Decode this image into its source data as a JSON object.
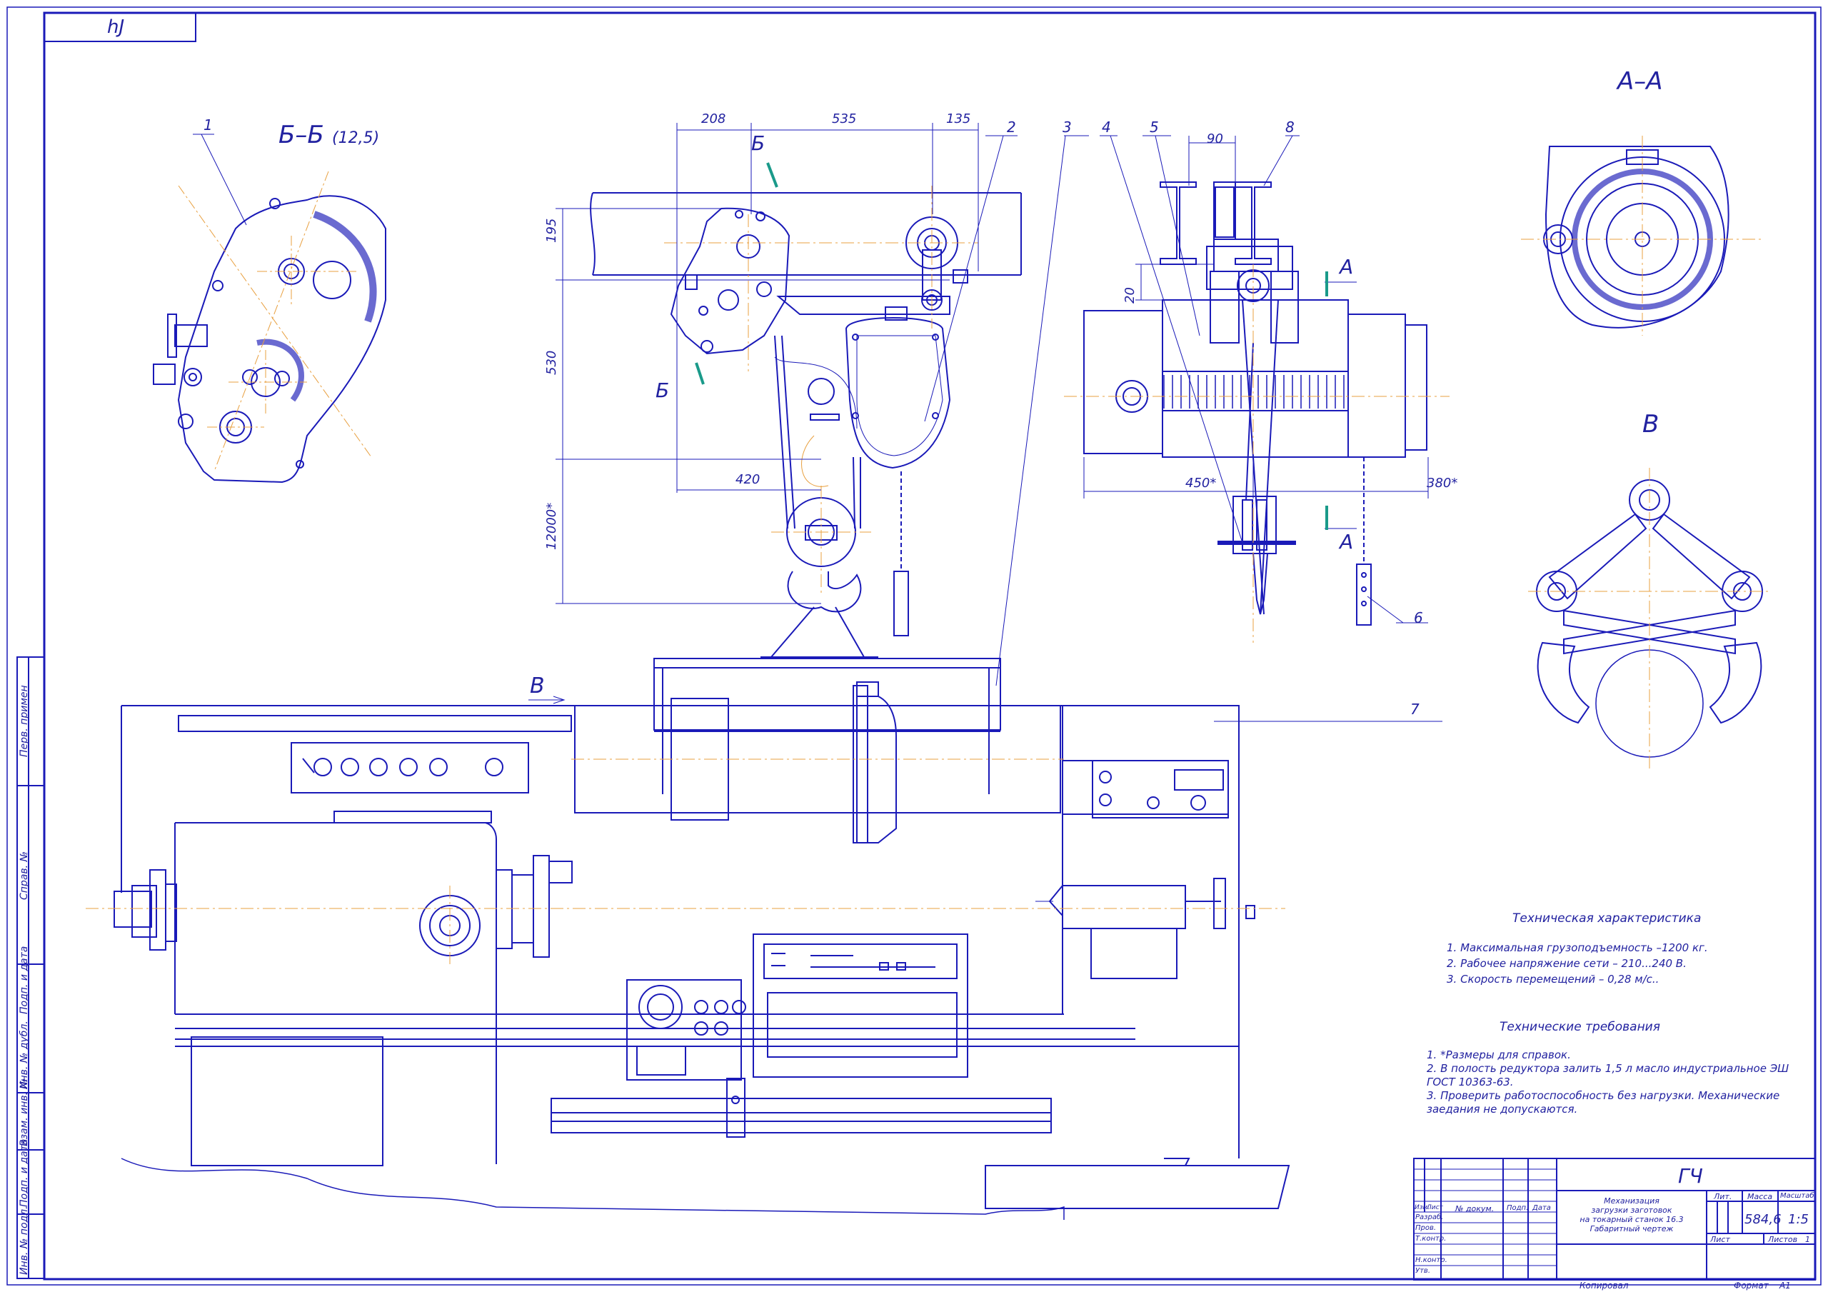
{
  "colors": {
    "line": "#1a1ab8",
    "center": "#e8a040",
    "hatch": "#6a6ad0",
    "cut": "#1a9a8a"
  },
  "corner_stamp": "hJ",
  "views": {
    "section_bb": "Б–Б",
    "section_bb_scale": "(12,5)",
    "section_aa": "А–А",
    "view_v": "В",
    "cut_b": "Б",
    "cut_a": "А",
    "arrow_v": "В"
  },
  "dimensions": {
    "d208": "208",
    "d535": "535",
    "d135": "135",
    "d195": "195",
    "d530": "530",
    "d12000": "12000*",
    "d420": "420",
    "d90": "90",
    "d20": "20",
    "d450": "450*",
    "d380": "380*"
  },
  "leaders": [
    "1",
    "2",
    "3",
    "4",
    "5",
    "8",
    "6",
    "7"
  ],
  "side_labels": [
    "Перв. примен",
    "Справ. №",
    "Подп. и дата",
    "Инв. № дубл.",
    "Взам. инв. №",
    "Подп. и дата",
    "Инв. № подл."
  ],
  "tech_characteristics": {
    "heading": "Техническая характеристика",
    "items": [
      "1. Максимальная грузоподъемность –1200 кг.",
      "2. Рабочее напряжение сети – 210...240 В.",
      "3. Скорость перемещений – 0,28 м/с.."
    ]
  },
  "tech_requirements": {
    "heading": "Технические требования",
    "items": [
      "1. *Размеры для справок.",
      "2. В полость редуктора залить 1,5 л масло индустриальное ЭШ ГОСТ 10363-63.",
      "3. Проверить работоспособность без нагрузки. Механические заедания не допускаются."
    ]
  },
  "title_block": {
    "code": "ГЧ",
    "title_lines": [
      "Механизация",
      "загрузки заготовок",
      "на токарный станок 16.3",
      "Габаритный чертеж"
    ],
    "headers": {
      "izm": "Изм.",
      "list": "Лист",
      "doc": "№ докум.",
      "sign": "Подп.",
      "date": "Дата",
      "lit": "Лит.",
      "mass": "Масса",
      "scale": "Масштаб"
    },
    "roles": [
      "Разраб.",
      "Пров.",
      "Т.контр.",
      "Н.контр.",
      "Утв."
    ],
    "mass": "584,6",
    "scale": "1:5",
    "sheet_label": "Лист",
    "sheets_label": "Листов",
    "sheets_value": "1",
    "copied": "Копировал",
    "format_label": "Формат",
    "format_value": "А1"
  }
}
